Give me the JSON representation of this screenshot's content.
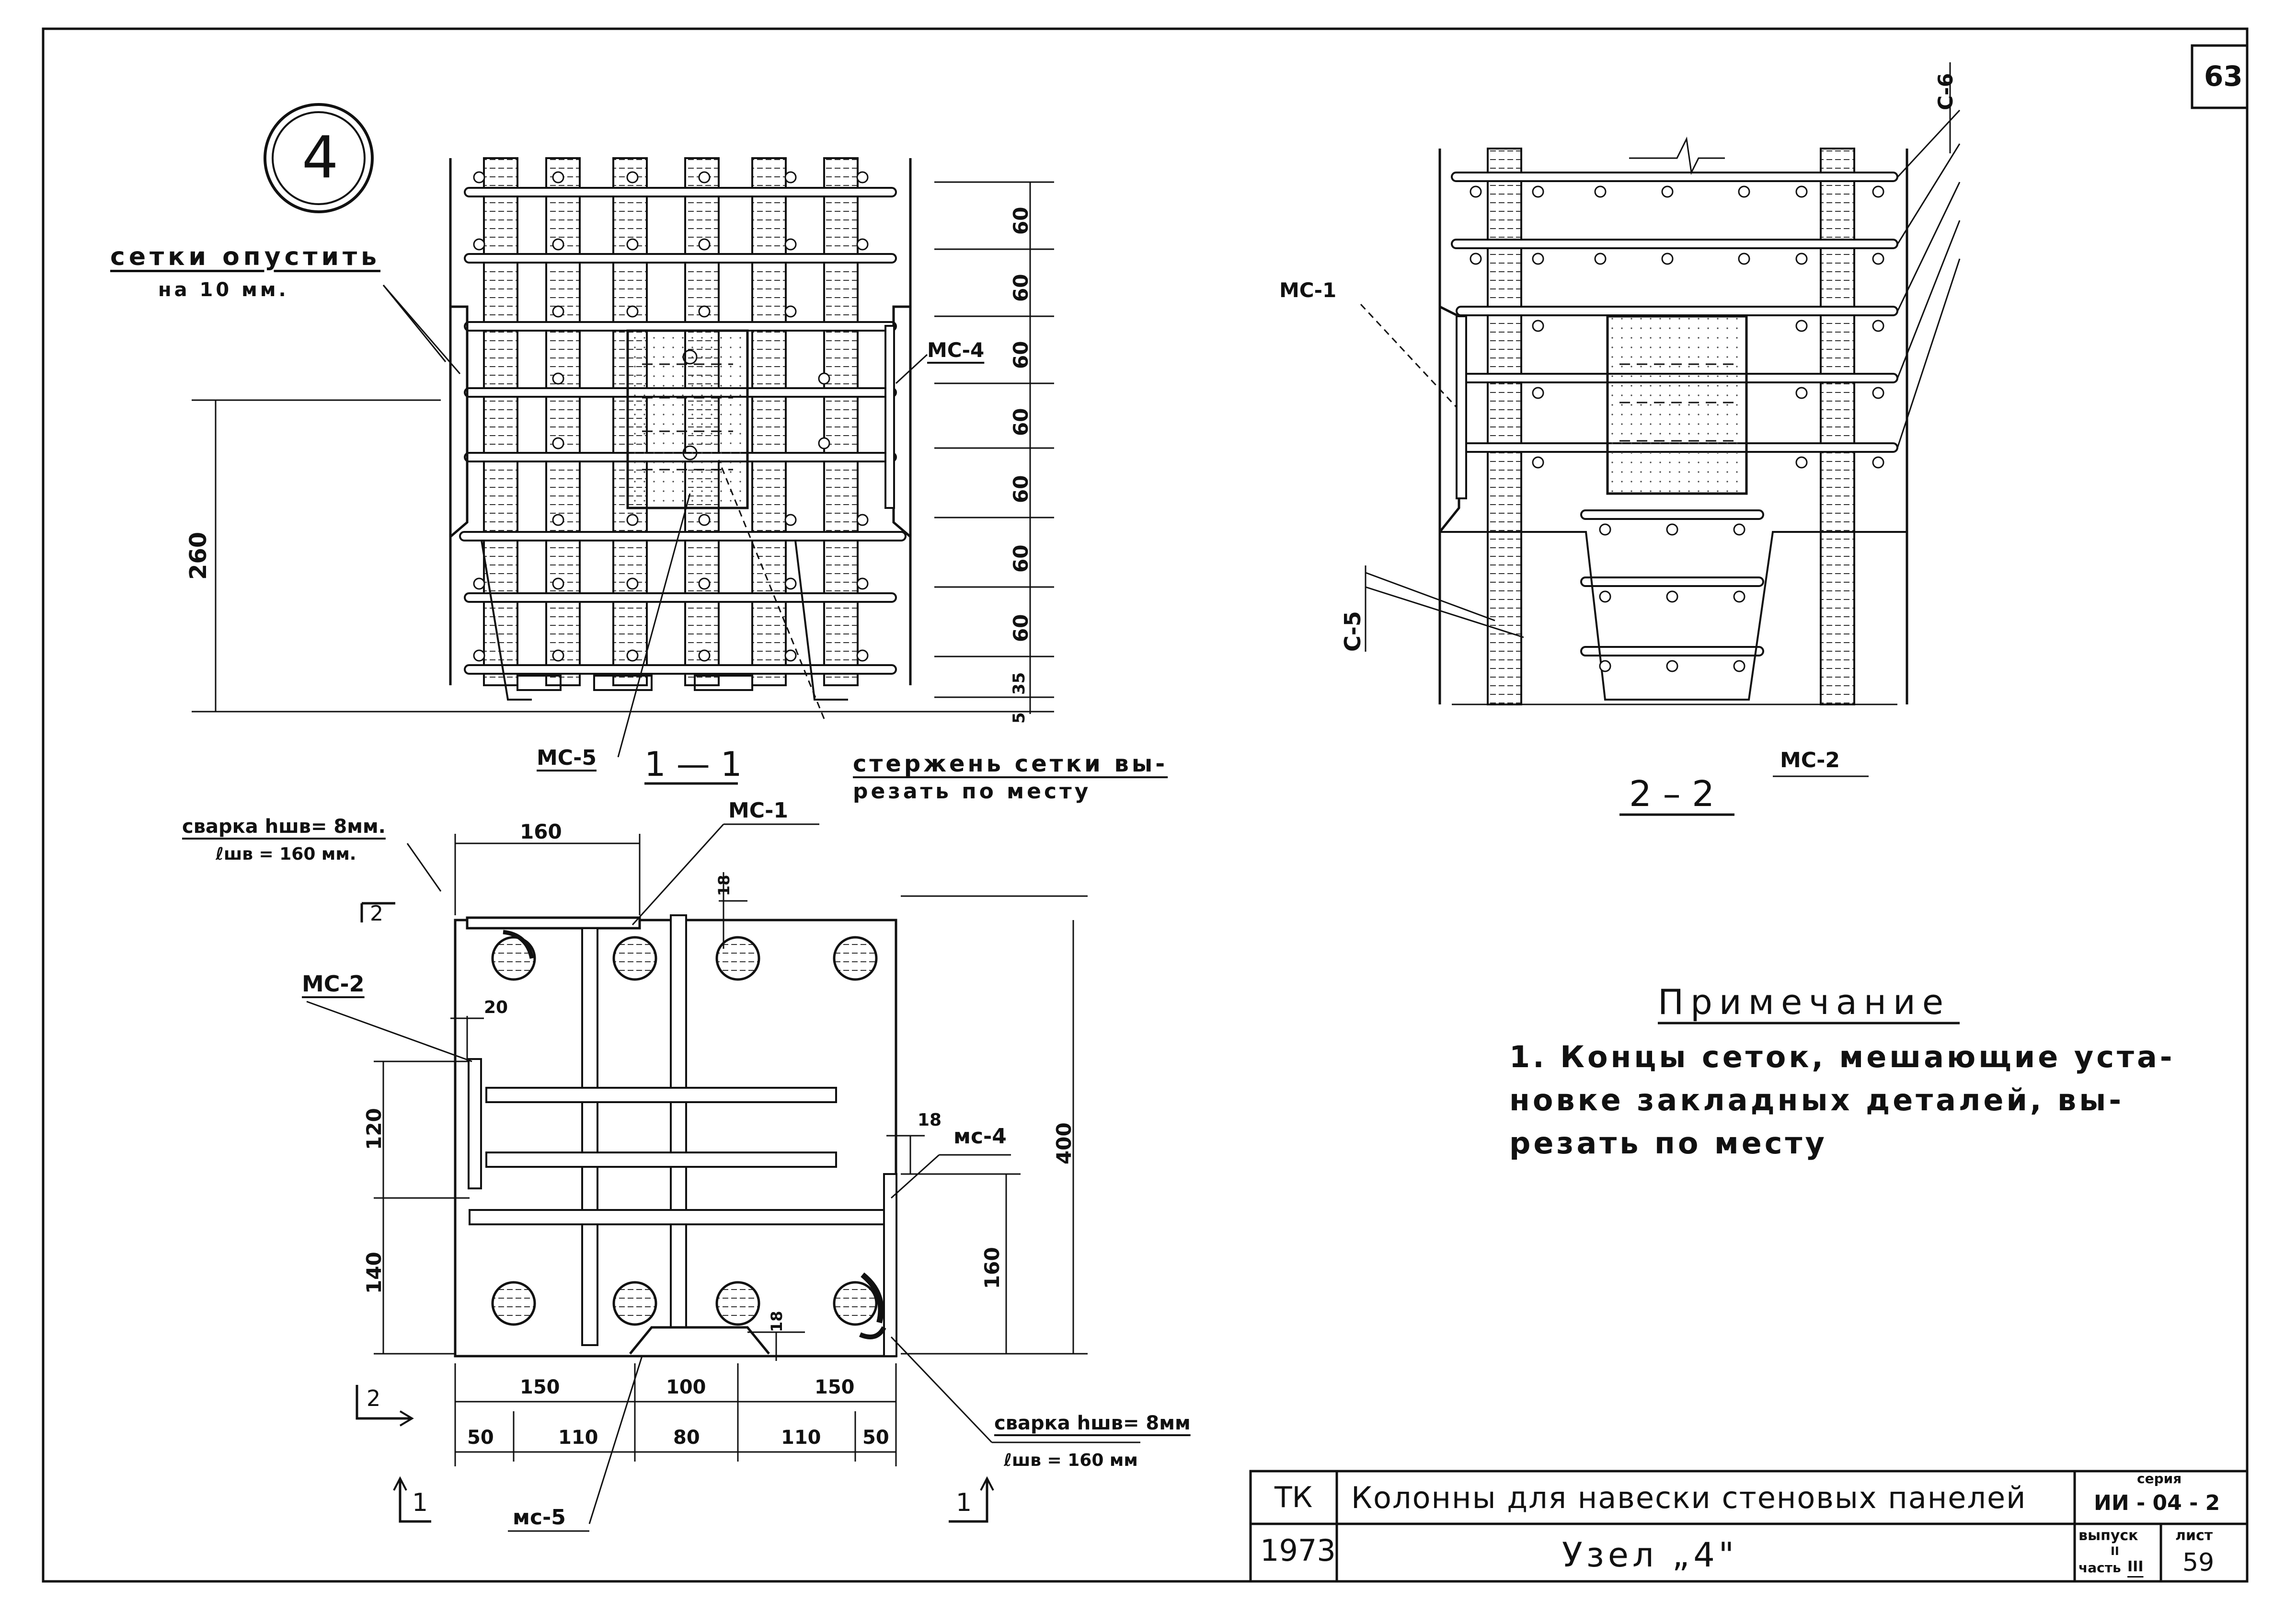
{
  "page_number": "63",
  "node_marker": "4",
  "section_1_1": {
    "label": "1 — 1",
    "note_lower_mesh_line1": "сетки опустить",
    "note_lower_mesh_line2": "на 10 мм.",
    "note_cut_rod_line1": "стержень сетки вы-",
    "note_cut_rod_line2": "резать по месту",
    "mc4": "МС-4",
    "mc5": "МС-5",
    "dim_260": "260",
    "dims_right": [
      "60",
      "60",
      "60",
      "60",
      "60",
      "60",
      "60",
      "35",
      "5"
    ]
  },
  "section_2_2": {
    "label": "2 – 2",
    "mc1": "МС-1",
    "mc2": "МС-2",
    "c5": "С-5",
    "c6": "С-6"
  },
  "plan": {
    "weld_top_line1": "сварка hшв= 8мм.",
    "weld_top_line2": "ℓшв = 160 мм.",
    "weld_bottom_line1": "сварка hшв= 8мм",
    "weld_bottom_line2": "ℓшв = 160 мм",
    "mc1": "МС-1",
    "mc2": "МС-2",
    "mc4": "мс-4",
    "mc5": "мс-5",
    "cut_mark_2": "2",
    "cut_mark_1": "1",
    "dim_160_top": "160",
    "dim_18_top": "18",
    "dim_20": "20",
    "dim_120": "120",
    "dim_140": "140",
    "dim_18_right": "18",
    "dim_400": "400",
    "dim_160_right": "160",
    "dim_18_bottom": "18",
    "dims_row1": [
      "150",
      "100",
      "150"
    ],
    "dims_row2": [
      "50",
      "110",
      "80",
      "110",
      "50"
    ]
  },
  "note": {
    "title": "Примечание",
    "line1": "1. Концы сеток, мешающие уста-",
    "line2": "новке закладных деталей, вы-",
    "line3": "резать по месту"
  },
  "title_block": {
    "tk": "ТК",
    "year": "1973",
    "title": "Колонны для навески стеновых панелей",
    "subtitle": "Узел „4\"",
    "series_label": "серия",
    "series_value": "ИИ - 04 - 2",
    "issue_label": "выпуск",
    "issue_value": "II",
    "part_label": "часть",
    "part_value": "III",
    "sheet_label": "лист",
    "sheet_value": "59"
  }
}
